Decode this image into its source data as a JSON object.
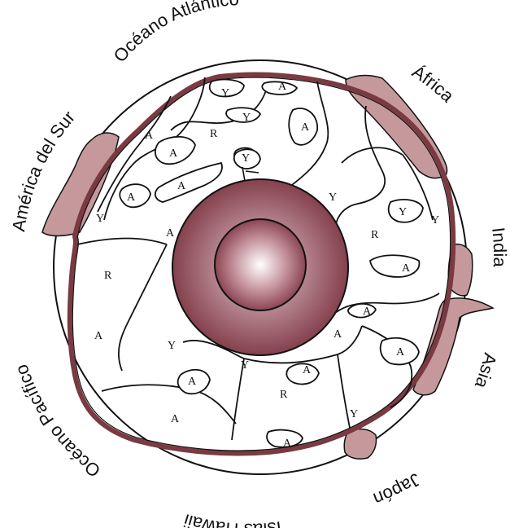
{
  "diagram": {
    "rim_labels": {
      "atlantic": "Océano Atlántico",
      "africa": "África",
      "india": "India",
      "asia": "Asia",
      "japan": "Japón",
      "hawaii": "Islas Hawaii",
      "pacific": "Océano Pacífico",
      "south_america": "América del Sur"
    },
    "region_labels": {
      "Y": "Y",
      "A": "A",
      "R": "R"
    },
    "colors": {
      "plate_band": "#7a3a42",
      "continent_fill": "#c5999c",
      "core_outer": "#8a4a55",
      "core_inner_light": "#ffffff",
      "outline": "#111111"
    }
  }
}
